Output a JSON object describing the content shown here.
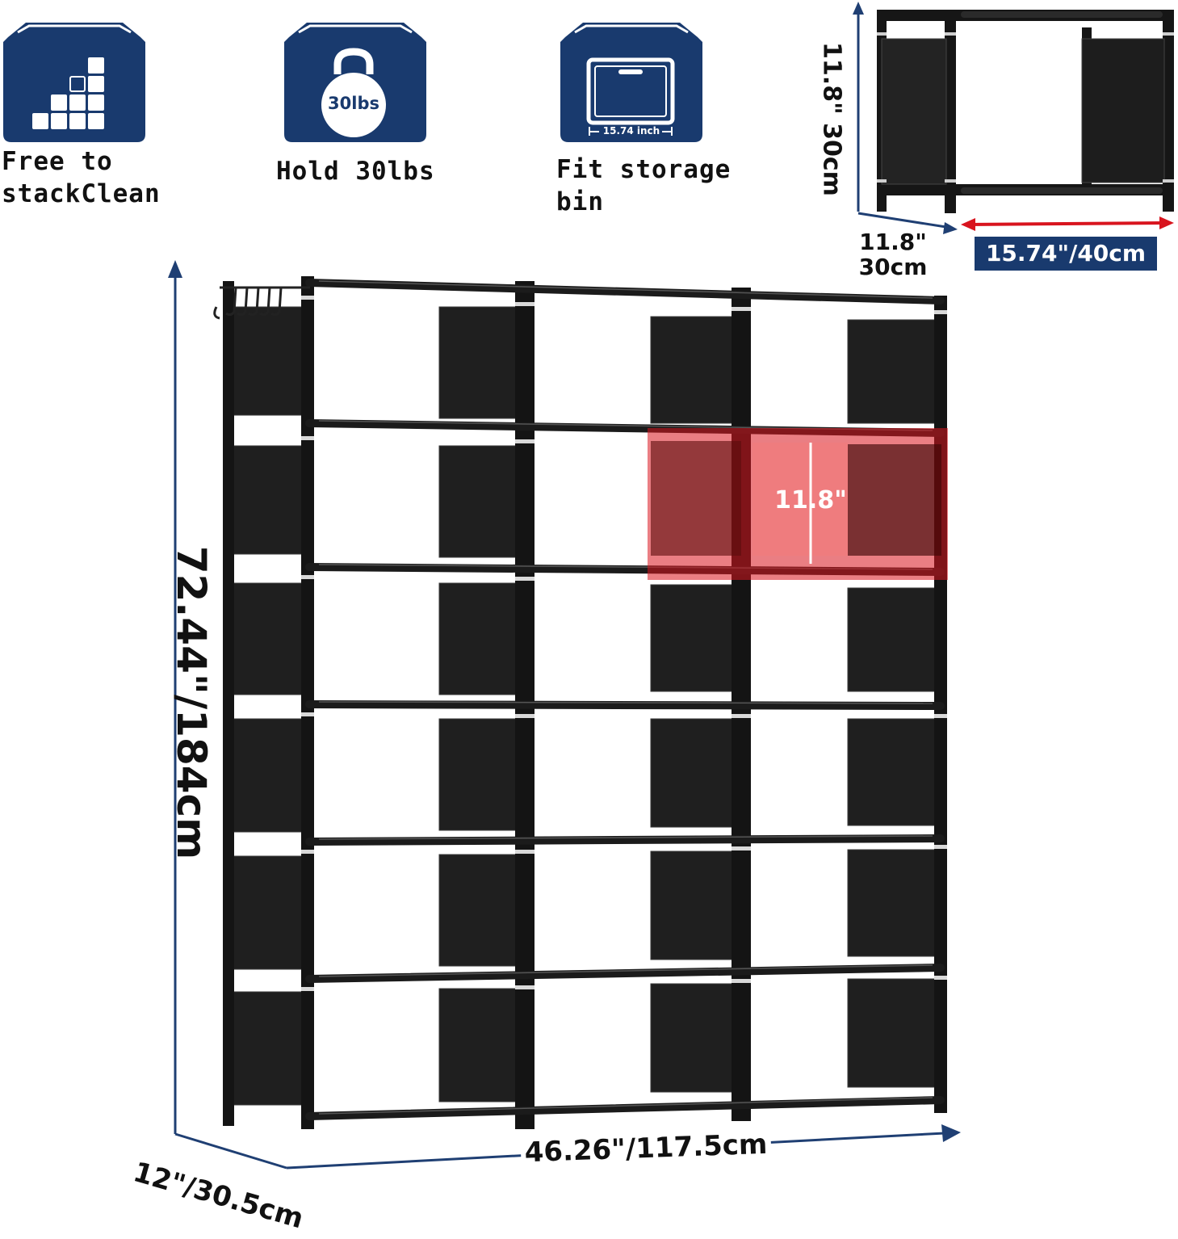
{
  "features": [
    {
      "icon": "stack-cubes-icon",
      "label": "Free to\nstackClean"
    },
    {
      "icon": "kettlebell-icon",
      "icon_text": "30lbs",
      "label": "Hold 30lbs"
    },
    {
      "icon": "storage-bin-icon",
      "icon_text": "15.74 inch",
      "label": "Fit storage\nbin"
    }
  ],
  "cube_diagram": {
    "height_label": "11.8\" 30cm",
    "depth_label_in": "11.8\"",
    "depth_label_cm": "30cm",
    "width_label": "15.74\"/40cm"
  },
  "shelf": {
    "height_label": "72.44\"/184cm",
    "width_label": "46.26\"/117.5cm",
    "depth_label": "12\"/30.5cm",
    "cube_height_label": "11.8\""
  },
  "colors": {
    "badge_navy": "#193a6e",
    "arrow_navy": "#1f3f73",
    "highlight_red": "#d8141e",
    "frame_black": "#111111"
  }
}
